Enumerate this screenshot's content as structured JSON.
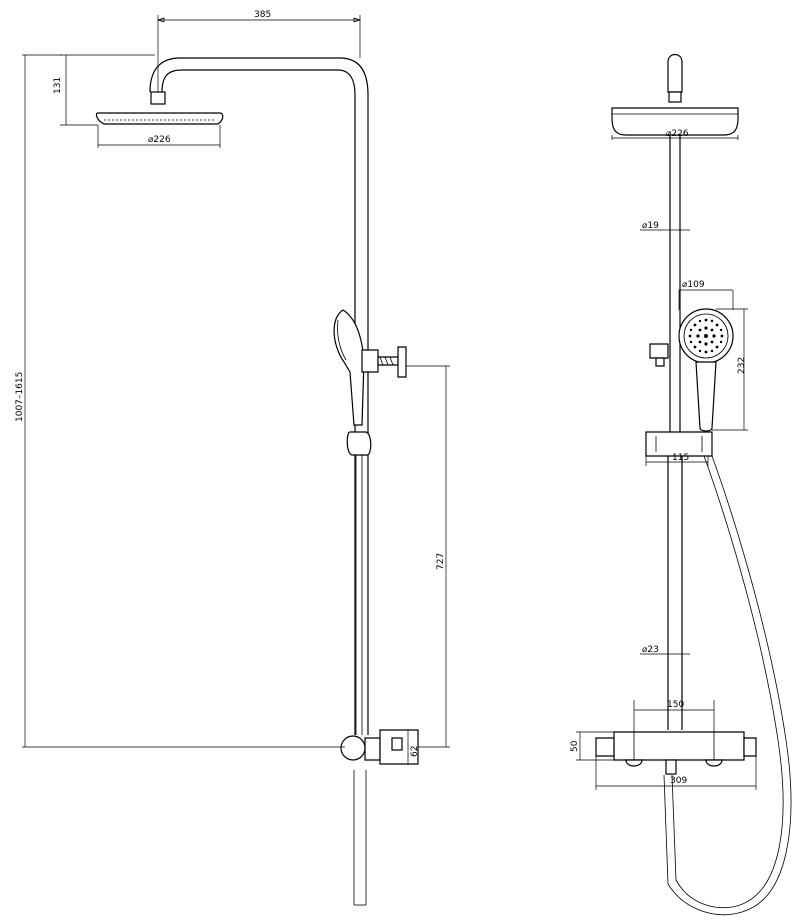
{
  "dimensions": {
    "arm_length": "385",
    "head_drop": "131",
    "head_diameter_side": "⌀226",
    "total_height": "1007–1615",
    "handset_bracket_height": "727",
    "valve_depth": "62",
    "head_diameter_front": "⌀226",
    "riser_diameter_upper": "⌀19",
    "handset_diameter": "⌀109",
    "handset_length": "232",
    "slider_offset": "115",
    "riser_diameter_lower": "⌀23",
    "valve_centers": "150",
    "valve_height": "50",
    "valve_width": "309"
  }
}
